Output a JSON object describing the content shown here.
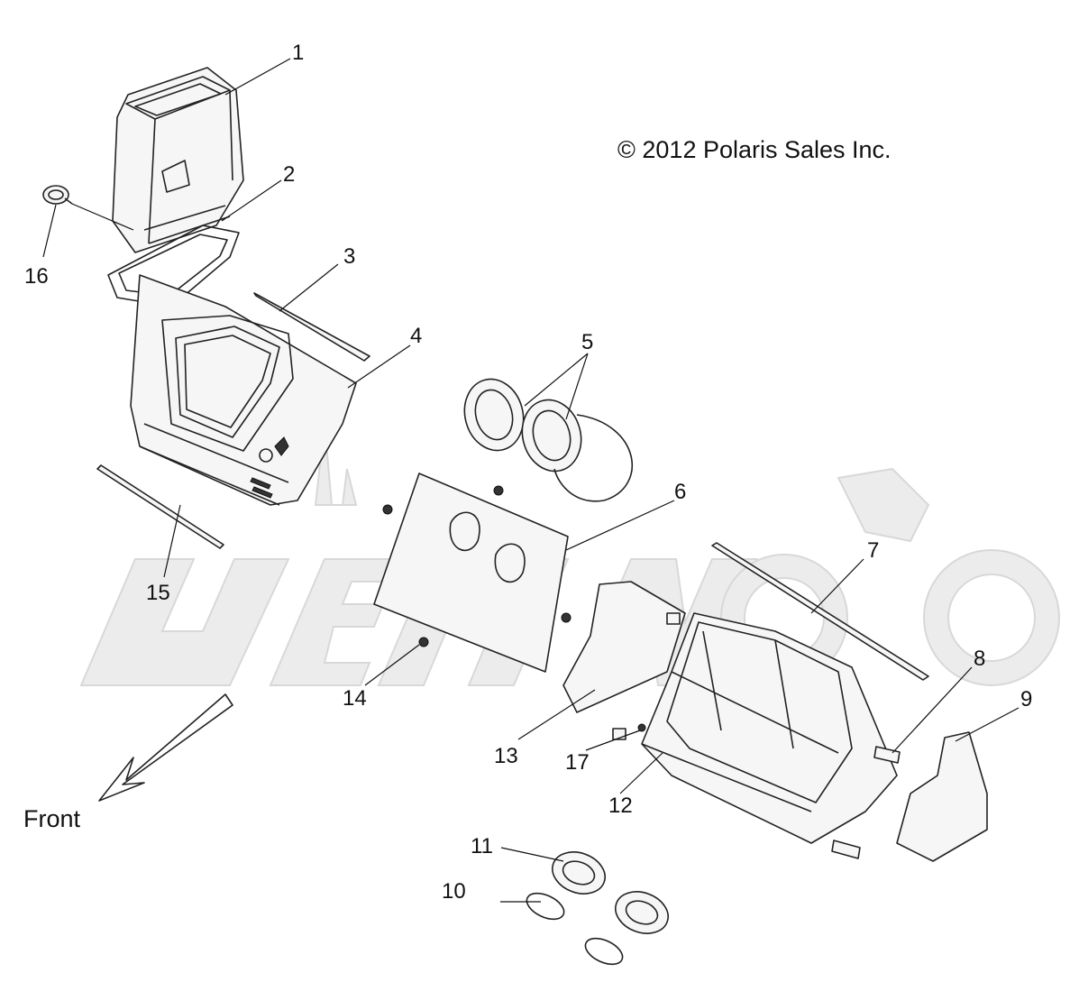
{
  "copyright": "© 2012 Polaris Sales Inc.",
  "direction_label": "Front",
  "callouts": [
    "1",
    "2",
    "3",
    "4",
    "5",
    "6",
    "7",
    "8",
    "9",
    "10",
    "11",
    "12",
    "13",
    "14",
    "15",
    "16",
    "17"
  ]
}
